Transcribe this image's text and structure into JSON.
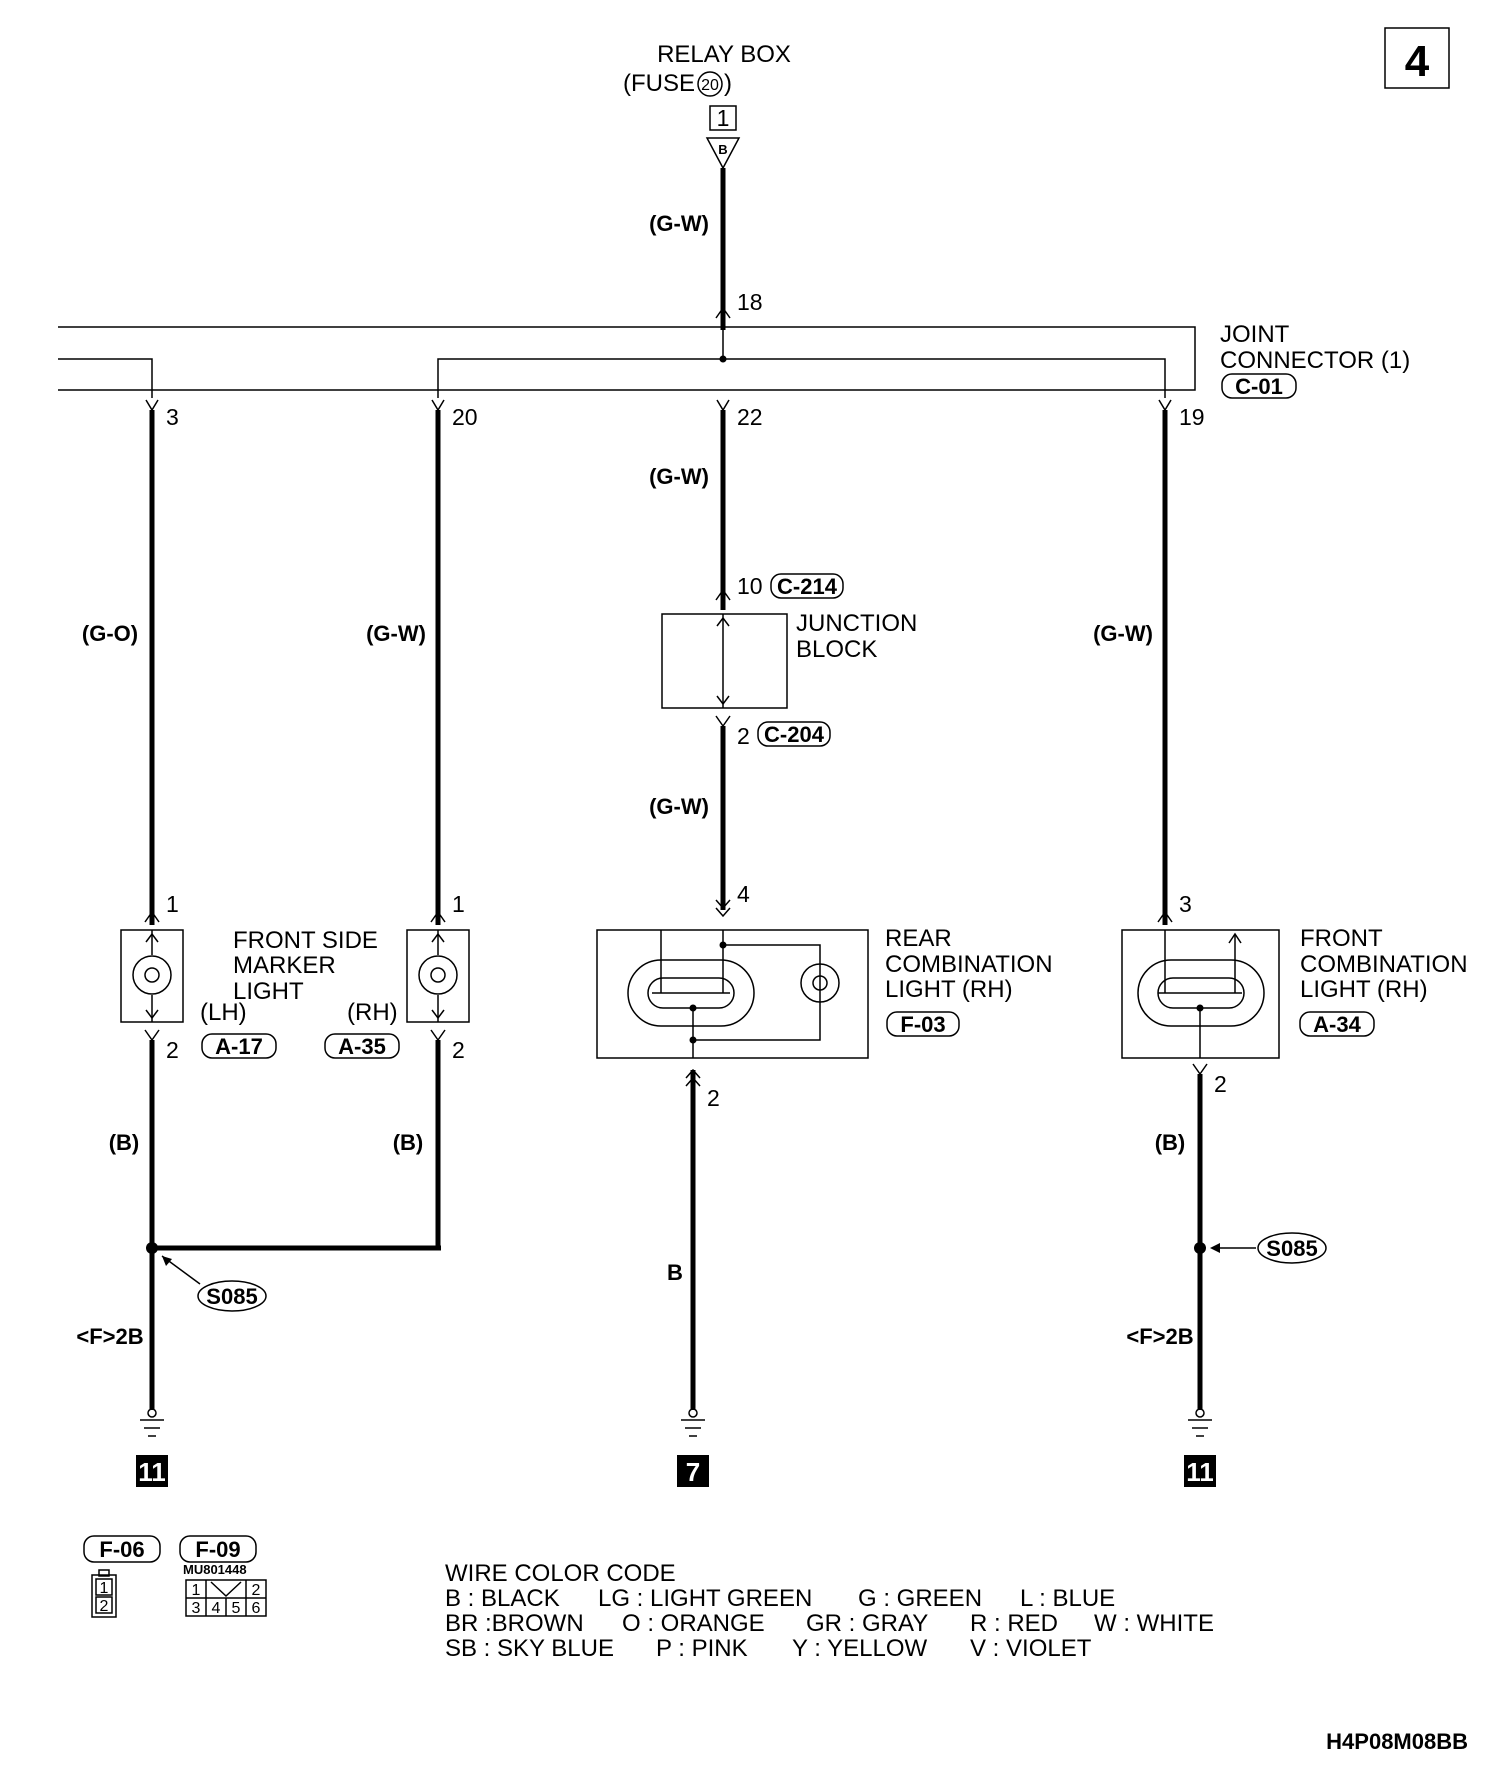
{
  "page": {
    "number": "4",
    "code": "H4P08M08BB"
  },
  "relay_box": {
    "line1": "RELAY BOX",
    "line2_prefix": "(FUSE",
    "fuse_number": "20",
    "line2_suffix": ")",
    "terminal": "1",
    "connector_letter": "B"
  },
  "joint_connector": {
    "line1": "JOINT",
    "line2": "CONNECTOR (1)",
    "code": "C-01",
    "pin_in": "18",
    "pins_out": [
      "3",
      "20",
      "22",
      "19"
    ]
  },
  "wire_labels": {
    "relay_to_joint": "(G-W)",
    "joint_to_junction": "(G-W)",
    "junction_to_rear": "(G-W)",
    "lh_marker_feed": "(G-O)",
    "rh_marker_feed": "(G-W)",
    "front_combo_feed": "(G-W)",
    "lh_marker_ground": "(B)",
    "rh_marker_ground": "(B)",
    "rear_combo_ground": "B",
    "front_combo_ground": "(B)",
    "ground_left": "<F>2B",
    "ground_right": "<F>2B"
  },
  "junction_block": {
    "line1": "JUNCTION",
    "line2": "BLOCK",
    "in_pin": "10",
    "in_code": "C-214",
    "out_pin": "2",
    "out_code": "C-204"
  },
  "front_side_marker": {
    "line1": "FRONT SIDE",
    "line2": "MARKER",
    "line3": "LIGHT",
    "lh_label": "(LH)",
    "rh_label": "(RH)",
    "lh_code": "A-17",
    "rh_code": "A-35",
    "lh_pin_in": "1",
    "lh_pin_out": "2",
    "rh_pin_in": "1",
    "rh_pin_out": "2"
  },
  "rear_combination": {
    "line1": "REAR",
    "line2": "COMBINATION",
    "line3": "LIGHT (RH)",
    "code": "F-03",
    "pin_in": "4",
    "pin_out": "2"
  },
  "front_combination": {
    "line1": "FRONT",
    "line2": "COMBINATION",
    "line3": "LIGHT (RH)",
    "code": "A-34",
    "pin_in": "3",
    "pin_out": "2"
  },
  "splices": {
    "left": "S085",
    "right": "S085"
  },
  "grounds": {
    "left": "11",
    "middle": "7",
    "right": "11"
  },
  "connector_views": {
    "f06_code": "F-06",
    "f06_pins": [
      "1",
      "2"
    ],
    "f09_code": "F-09",
    "f09_part": "MU801448",
    "f09_pins": [
      "1",
      "2",
      "3",
      "4",
      "5",
      "6"
    ]
  },
  "wire_color_code": {
    "title": "WIRE COLOR CODE",
    "rows": [
      [
        "B : BLACK",
        "LG : LIGHT GREEN",
        "G : GREEN",
        "L : BLUE"
      ],
      [
        "BR :BROWN",
        "O : ORANGE",
        "GR : GRAY",
        "R : RED",
        "W : WHITE"
      ],
      [
        "SB : SKY BLUE",
        "P : PINK",
        "Y : YELLOW",
        "V : VIOLET"
      ]
    ]
  }
}
